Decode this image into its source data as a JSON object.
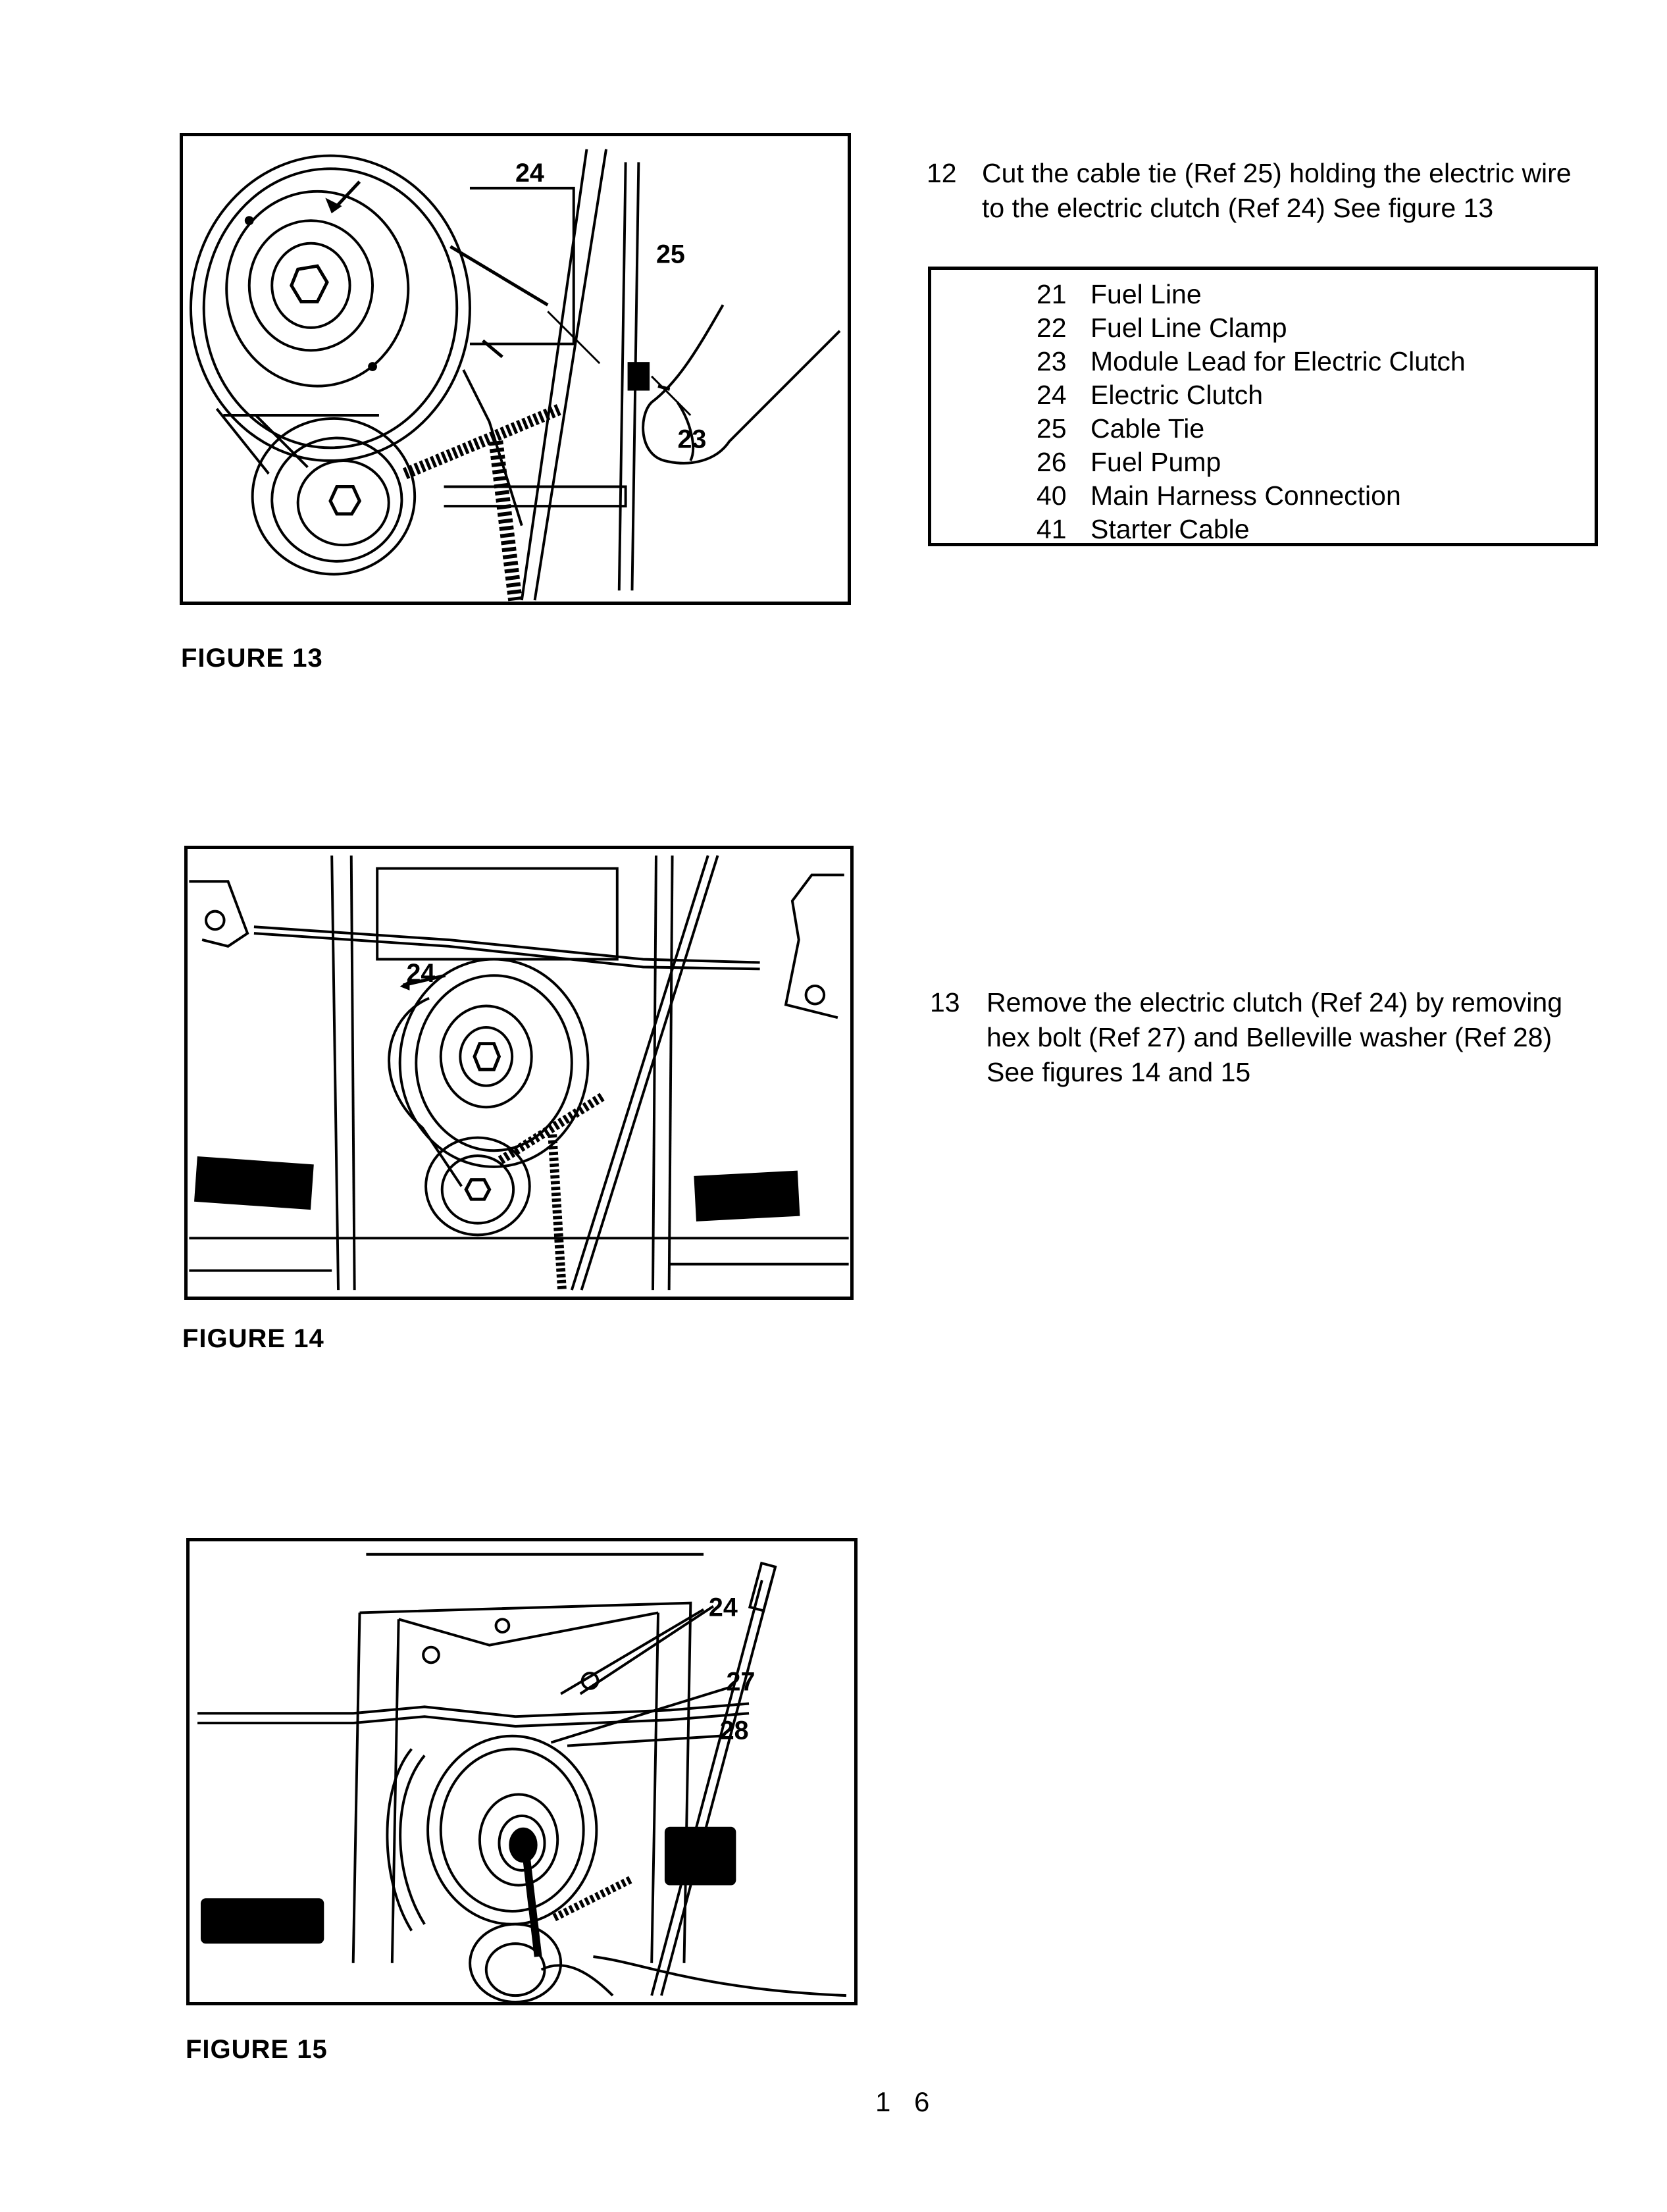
{
  "page": {
    "page_number": "1 6"
  },
  "figures": [
    {
      "caption": "FIGURE 13",
      "callouts": [
        "24",
        "25",
        "23"
      ],
      "description": "Electric clutch and pulleys with hand disconnecting module lead"
    },
    {
      "caption": "FIGURE 14",
      "callouts": [
        "24"
      ],
      "description": "Front view of electric clutch mounted on frame between footrests"
    },
    {
      "caption": "FIGURE 15",
      "callouts": [
        "24",
        "27",
        "28"
      ],
      "description": "Hand removing hex bolt and Belleville washer from electric clutch"
    }
  ],
  "steps": [
    {
      "number": "12",
      "lines": [
        "Cut the cable tie (Ref  25) holding the electric wire",
        "to the electric clutch (Ref  24)  See figure 13"
      ]
    },
    {
      "number": "13",
      "lines": [
        "Remove the electric clutch (Ref  24) by removing",
        "hex bolt (Ref  27) and Belleville washer (Ref  28)",
        "See figures 14 and 15"
      ]
    }
  ],
  "legend": {
    "items": [
      {
        "ref": "21",
        "label": "Fuel Line"
      },
      {
        "ref": "22",
        "label": "Fuel Line Clamp"
      },
      {
        "ref": "23",
        "label": "Module Lead for Electric Clutch"
      },
      {
        "ref": "24",
        "label": "Electric Clutch"
      },
      {
        "ref": "25",
        "label": "Cable Tie"
      },
      {
        "ref": "26",
        "label": "Fuel Pump"
      },
      {
        "ref": "40",
        "label": "Main Harness Connection"
      },
      {
        "ref": "41",
        "label": "Starter Cable"
      }
    ]
  }
}
